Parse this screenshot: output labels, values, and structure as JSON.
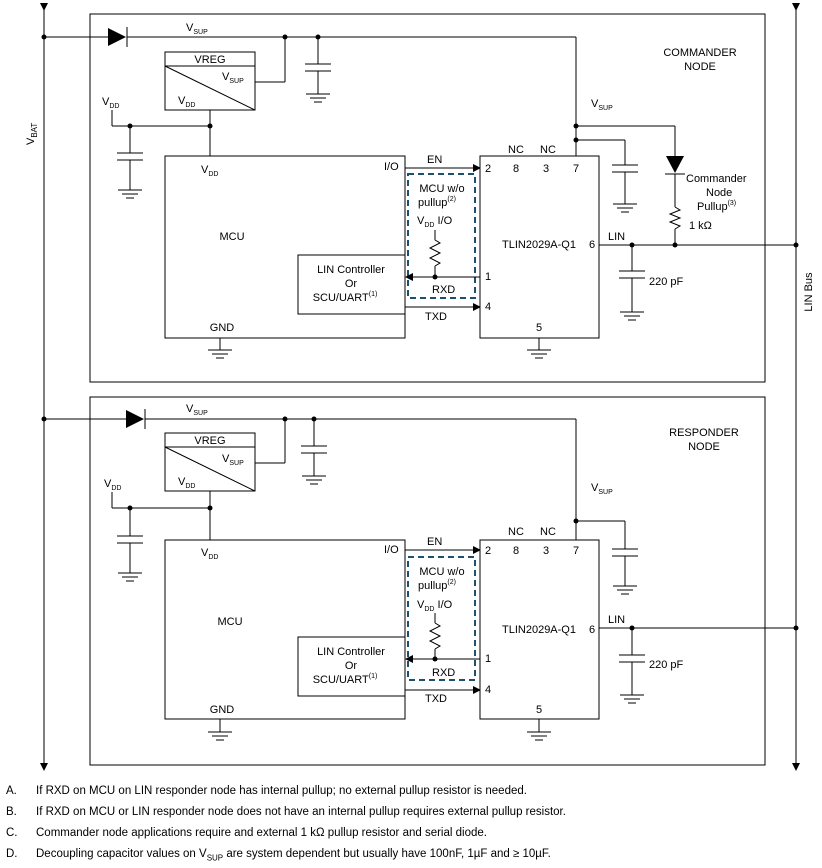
{
  "labels": {
    "vbat": "V",
    "vbat_sub": "BAT",
    "lin_bus": "LIN Bus",
    "vsup": "V",
    "vsup_sub": "SUP",
    "vdd": "V",
    "vdd_sub": "DD",
    "vreg": "VREG",
    "mcu": "MCU",
    "io": "I/O",
    "gnd": "GND",
    "lin_controller": "LIN Controller",
    "or": "Or",
    "scu_uart": "SCU/UART",
    "ref_1": "(1)",
    "mcu_wo": "MCU w/o",
    "pullup": "pullup",
    "ref_2": "(2)",
    "vdd_io_suffix": " I/O",
    "en": "EN",
    "rxd": "RXD",
    "txd": "TXD",
    "transceiver": "TLIN2029A-Q1",
    "nc": "NC",
    "pin_2": "2",
    "pin_8": "8",
    "pin_3": "3",
    "pin_7": "7",
    "pin_1": "1",
    "pin_4": "4",
    "pin_5": "5",
    "pin_6": "6",
    "lin": "LIN",
    "cap_220pf": "220 pF",
    "res_1k": "1 kΩ",
    "pullup_l1": "Commander",
    "pullup_l2": "Node",
    "pullup_l3": "Pullup",
    "ref_3": "(3)"
  },
  "nodes": {
    "commander_l1": "COMMANDER",
    "commander_l2": "NODE",
    "responder_l1": "RESPONDER",
    "responder_l2": "NODE"
  },
  "notes": [
    {
      "letter": "A.",
      "text": "If RXD on MCU on LIN responder node has internal pullup; no external pullup resistor is needed."
    },
    {
      "letter": "B.",
      "text": "If RXD on MCU or LIN responder node does not have an internal pullup requires external pullup resistor."
    },
    {
      "letter": "C.",
      "text": "Commander node applications require and external 1 kΩ pullup resistor and serial diode."
    },
    {
      "letter": "D.",
      "text_before": "Decoupling capacitor values on V",
      "sub": "SUP",
      "text_after": " are system dependent but usually have 100nF, 1µF and ≥ 10µF."
    }
  ],
  "colors": {
    "line": "#000000",
    "dashed_box": "#1d4f6e",
    "background": "#ffffff"
  }
}
